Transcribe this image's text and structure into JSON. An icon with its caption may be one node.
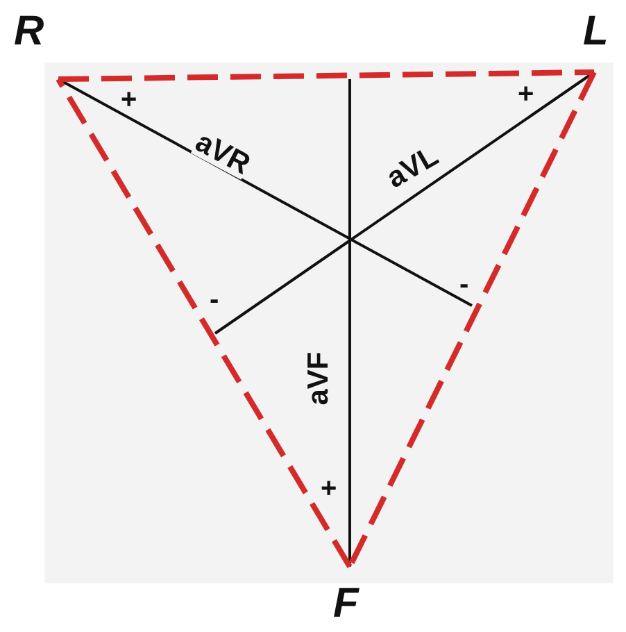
{
  "diagram": {
    "nodes": [
      {
        "text": [
          "R"
        ]
      },
      {
        "text": [
          "L"
        ]
      },
      {
        "text": [
          "F"
        ]
      }
    ],
    "edges": [
      {
        "from": 0,
        "to": 1,
        "arrow": "none",
        "style": "dashed",
        "color": "#d42a2a"
      },
      {
        "from": 1,
        "to": 2,
        "arrow": "none",
        "style": "dashed",
        "color": "#d42a2a"
      },
      {
        "from": 2,
        "to": 0,
        "arrow": "none",
        "style": "dashed",
        "color": "#d42a2a"
      }
    ],
    "labels": [
      "+",
      "aVR",
      "aVL",
      "+",
      "-",
      "-",
      "aVF",
      "+"
    ]
  }
}
